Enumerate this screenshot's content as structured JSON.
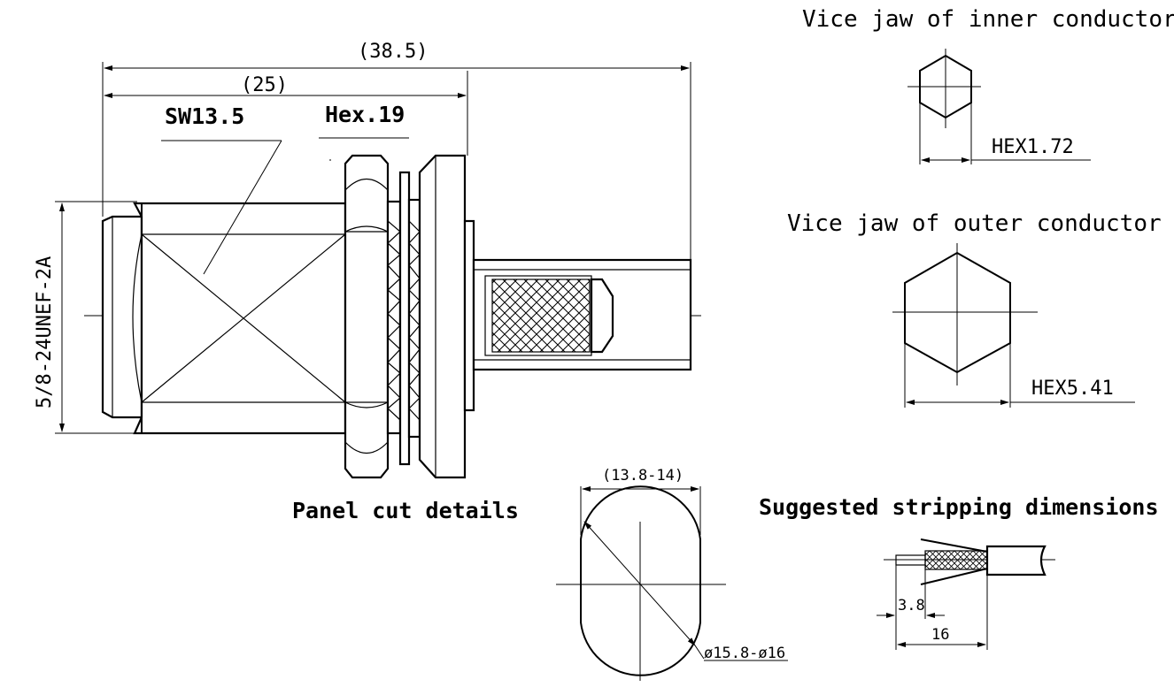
{
  "main_view": {
    "overall_length": "(38.5)",
    "thread_length": "(25)",
    "wrench_size": "SW13.5",
    "hex_nut": "Hex.19",
    "thread_spec": "5/8-24UNEF-2A"
  },
  "inner_jaw": {
    "title": "Vice jaw of inner conductor",
    "hex_label": "HEX1.72"
  },
  "outer_jaw": {
    "title": "Vice jaw of outer conductor",
    "hex_label": "HEX5.41"
  },
  "panel_cut": {
    "title": "Panel cut details",
    "flat_width": "(13.8-14)",
    "diameter": "ø15.8-ø16"
  },
  "stripping": {
    "title": "Suggested stripping dimensions",
    "inner_length": "3.8",
    "total_length": "16"
  }
}
